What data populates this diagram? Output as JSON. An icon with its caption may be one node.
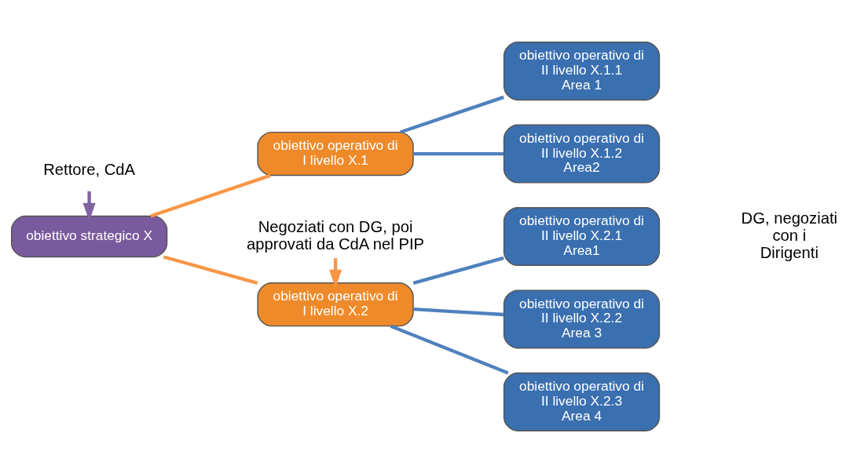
{
  "diagram": {
    "nodes": [
      {
        "text": [
          "obiettivo strategico X"
        ]
      },
      {
        "text": [
          "obiettivo operativo di I livello X.1"
        ]
      },
      {
        "text": [
          "obiettivo operativo di I livello X.2"
        ]
      },
      {
        "text": [
          "obiettivo operativo di II livello X.1.1",
          "Area 1"
        ]
      },
      {
        "text": [
          "obiettivo operativo di II livello X.1.2",
          "Area2"
        ]
      },
      {
        "text": [
          "obiettivo operativo di II livello X.2.1",
          "Area1"
        ]
      },
      {
        "text": [
          "obiettivo operativo di II livello X.2.2",
          "Area 3"
        ]
      },
      {
        "text": [
          "obiettivo operativo di II livello X.2.3",
          "Area 4"
        ]
      },
      {
        "text": [
          "Rettore, CdA"
        ]
      },
      {
        "text": [
          "Negoziati con DG, poi approvati da CdA nel PIP"
        ]
      }
    ],
    "edges": [
      {
        "from": 0,
        "to": 1,
        "arrow": "none",
        "color": "#f79646"
      },
      {
        "from": 0,
        "to": 2,
        "arrow": "none",
        "color": "#f79646"
      },
      {
        "from": 1,
        "to": 3,
        "arrow": "none"
      },
      {
        "from": 1,
        "to": 4,
        "arrow": "none"
      },
      {
        "from": 2,
        "to": 5,
        "arrow": "none"
      },
      {
        "from": 2,
        "to": 6,
        "arrow": "none"
      },
      {
        "from": 2,
        "to": 7,
        "arrow": "none"
      },
      {
        "from": 8,
        "to": 0,
        "arrow": "to",
        "color": "#8064a2"
      },
      {
        "from": 9,
        "to": 2,
        "arrow": "to",
        "color": "#f79646"
      }
    ],
    "labels": [
      "DG, negoziati con i Dirigenti"
    ]
  }
}
